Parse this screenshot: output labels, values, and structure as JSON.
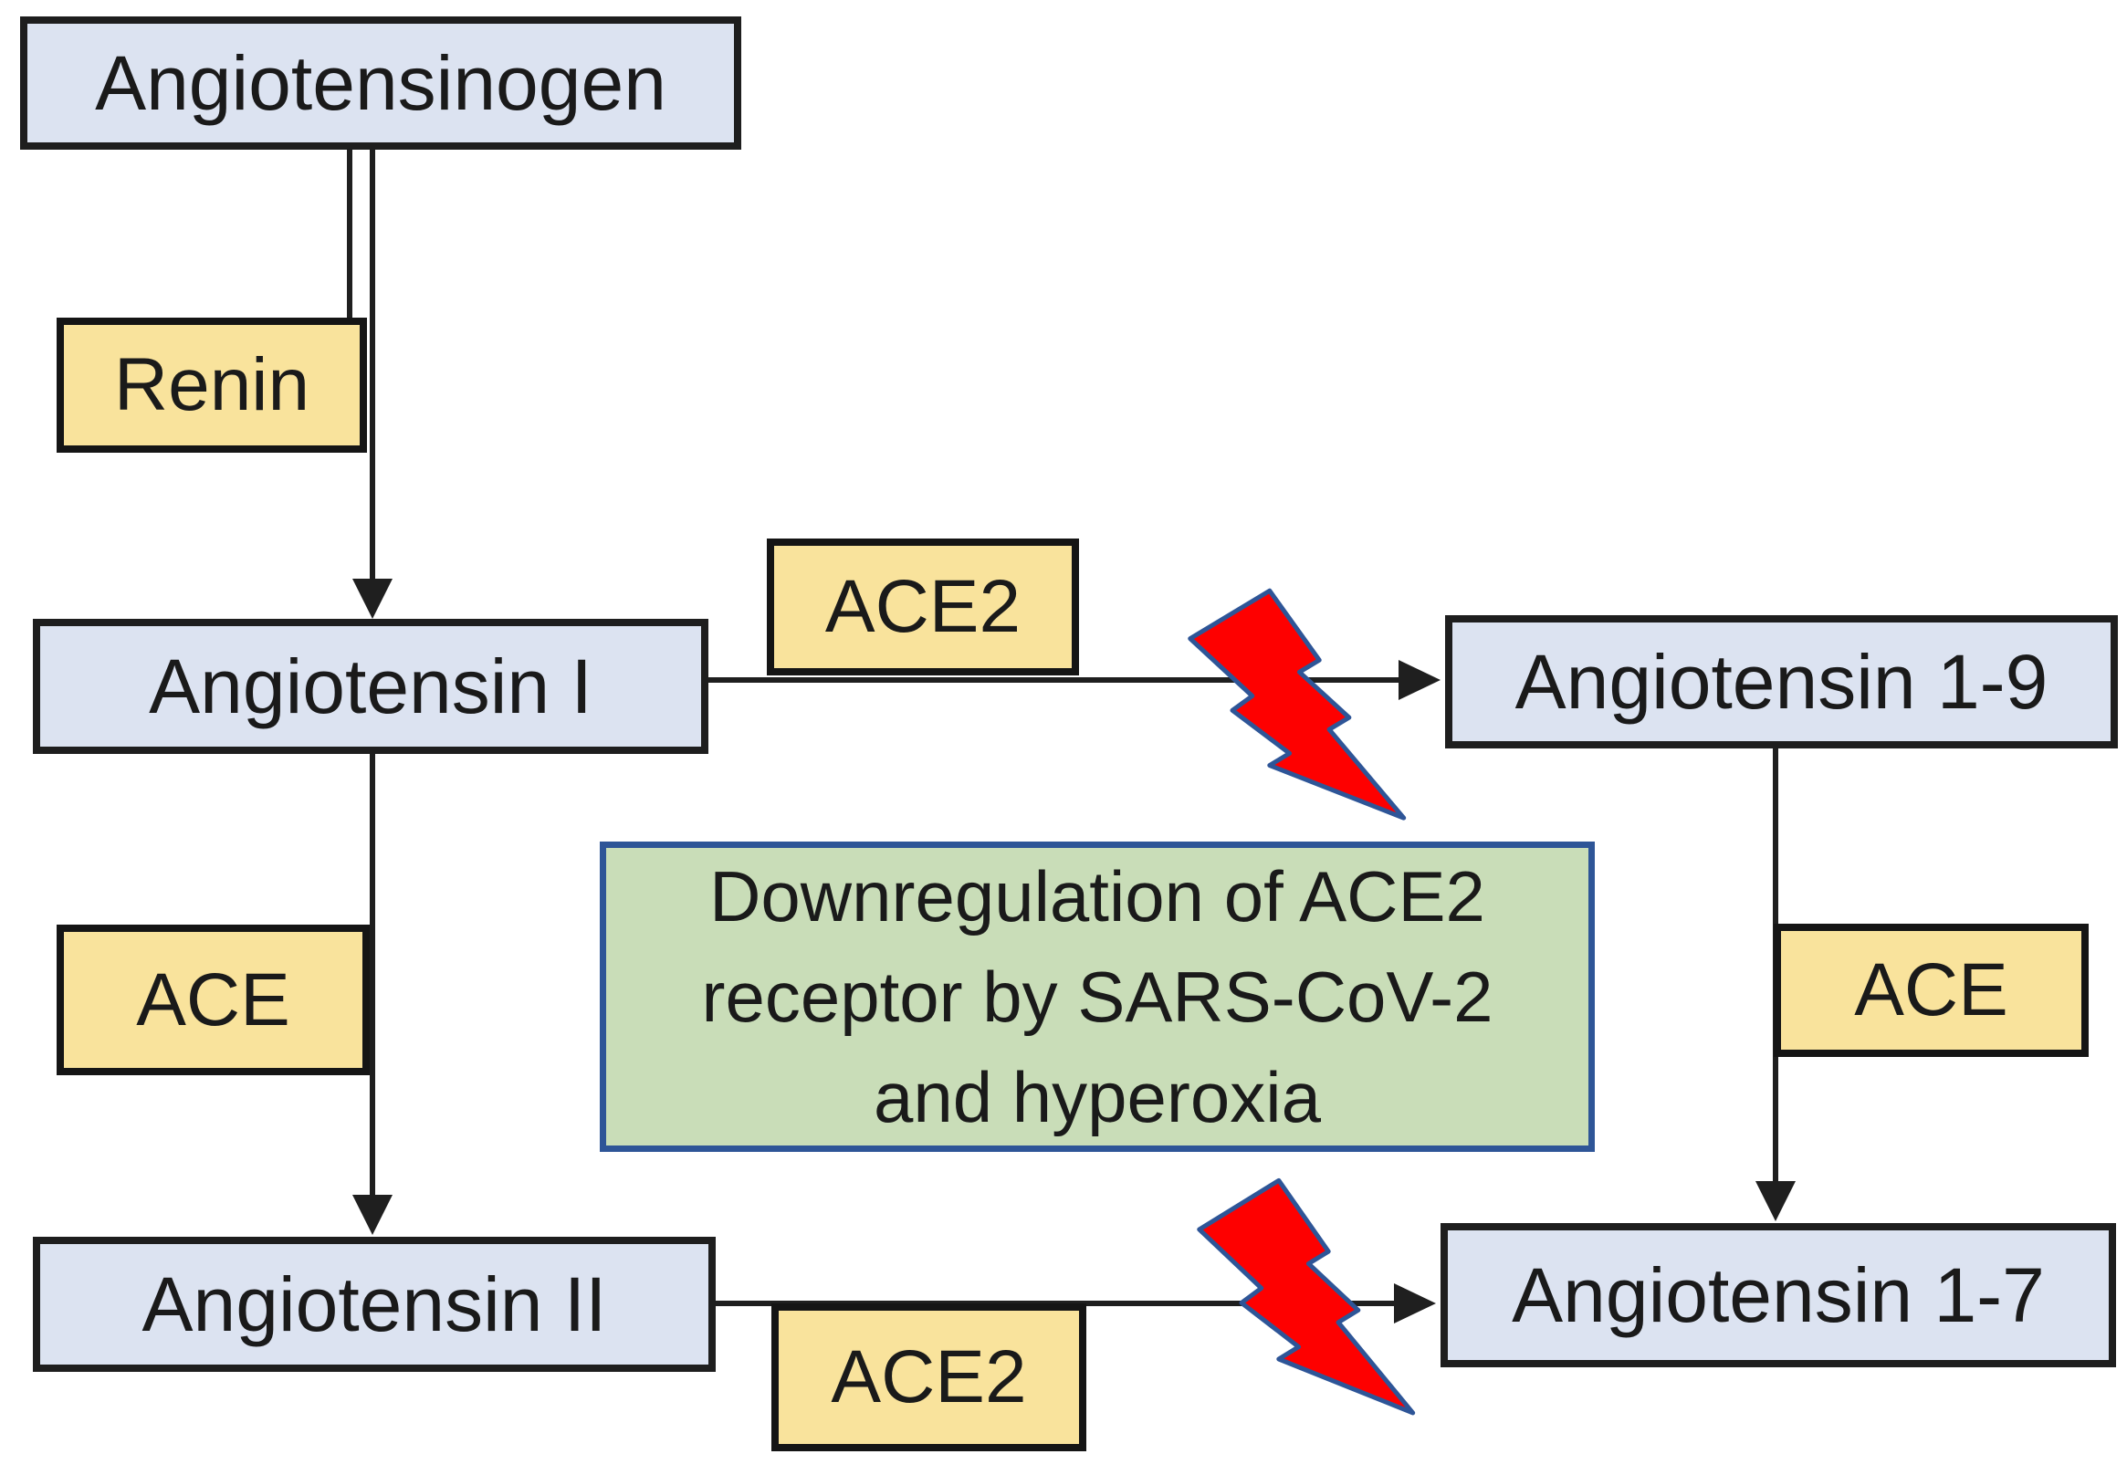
{
  "diagram": {
    "title": "Renin-angiotensin system pathway with ACE2 downregulation",
    "colors": {
      "substrate_fill": "#dce3f1",
      "substrate_border": "#1e1e1e",
      "enzyme_fill": "#f9e39c",
      "enzyme_border": "#151515",
      "note_fill": "#c9ddb8",
      "note_border": "#2e5597",
      "connector": "#1f1f1f",
      "bolt_fill": "#fe0000",
      "bolt_outline": "#2e5597",
      "text": "#1a1a1a"
    },
    "nodes": {
      "angiotensinogen": {
        "label": "Angiotensinogen"
      },
      "renin": {
        "label": "Renin"
      },
      "angiotensin_i": {
        "label": "Angiotensin I"
      },
      "ace2_top": {
        "label": "ACE2"
      },
      "angiotensin_1_9": {
        "label": "Angiotensin 1-9"
      },
      "ace_left": {
        "label": "ACE"
      },
      "ace_right": {
        "label": "ACE"
      },
      "angiotensin_ii": {
        "label": "Angiotensin II"
      },
      "ace2_bottom": {
        "label": "ACE2"
      },
      "angiotensin_1_7": {
        "label": "Angiotensin 1-7"
      },
      "note": {
        "label": "Downregulation of ACE2 receptor by SARS-CoV-2 and hyperoxia",
        "lines": [
          "Downregulation of ACE2",
          "receptor by SARS-CoV-2",
          "and hyperoxia"
        ]
      }
    },
    "edges": [
      {
        "from": "angiotensinogen",
        "to": "angiotensin_i",
        "via": "renin"
      },
      {
        "from": "angiotensin_i",
        "to": "angiotensin_1_9",
        "via": "ace2_top",
        "blocked": true
      },
      {
        "from": "angiotensin_i",
        "to": "angiotensin_ii",
        "via": "ace_left"
      },
      {
        "from": "angiotensin_1_9",
        "to": "angiotensin_1_7",
        "via": "ace_right"
      },
      {
        "from": "angiotensin_ii",
        "to": "angiotensin_1_7",
        "via": "ace2_bottom",
        "blocked": true
      }
    ]
  }
}
